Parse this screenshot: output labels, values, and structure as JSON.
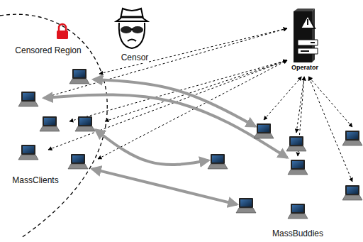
{
  "diagram": {
    "nodes": [
      {
        "text": [
          "Operator"
        ]
      }
    ],
    "labels": [
      "Censored Region",
      "Censor",
      "MassClients",
      "MassBuddies"
    ]
  }
}
